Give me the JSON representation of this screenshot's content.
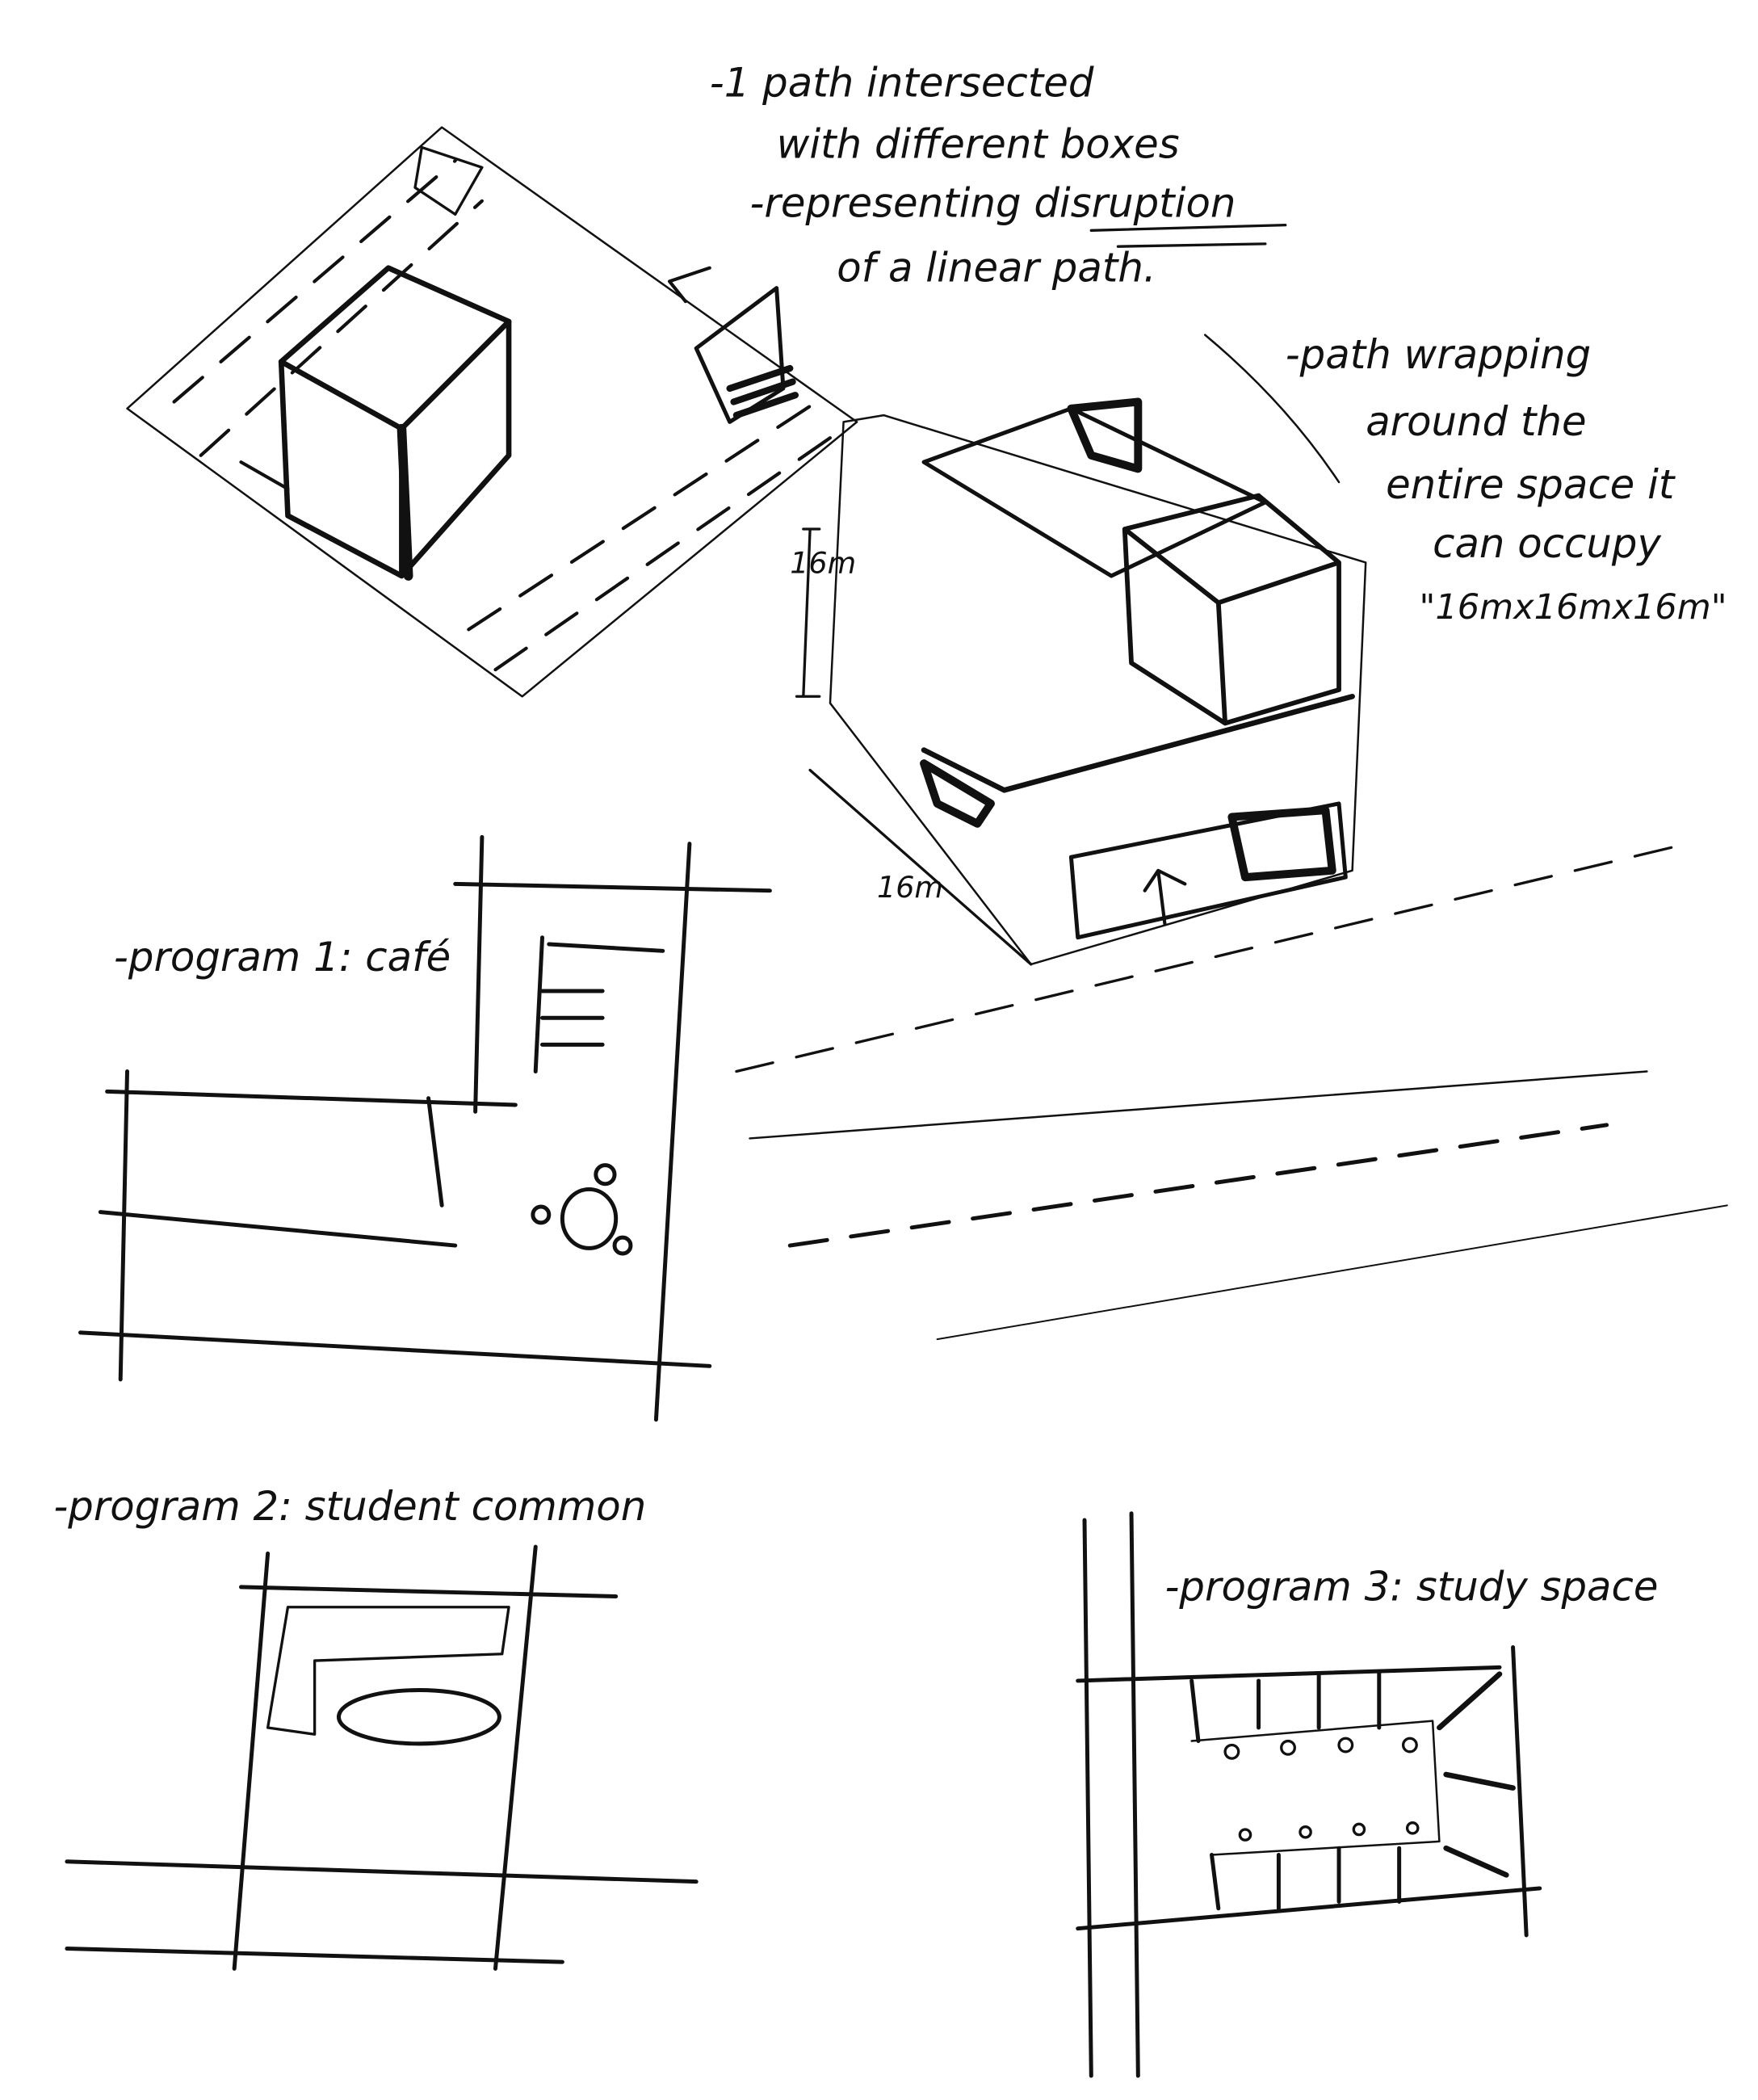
{
  "notes": {
    "concept": [
      "-1 path intersected",
      "with different boxes",
      "-representing disruption",
      "of a linear path."
    ],
    "wrapping": [
      "-path wrapping",
      "around the",
      "entire space it",
      "can occupy",
      "\"16mx16mx16m\""
    ],
    "dim_height": "16m",
    "dim_width": "16m"
  },
  "programs": [
    {
      "label": "-program 1: café"
    },
    {
      "label": "-program 2: student common"
    },
    {
      "label": "-program 3: study space"
    }
  ],
  "colors": {
    "ink": "#111111",
    "paper": "#ffffff"
  }
}
